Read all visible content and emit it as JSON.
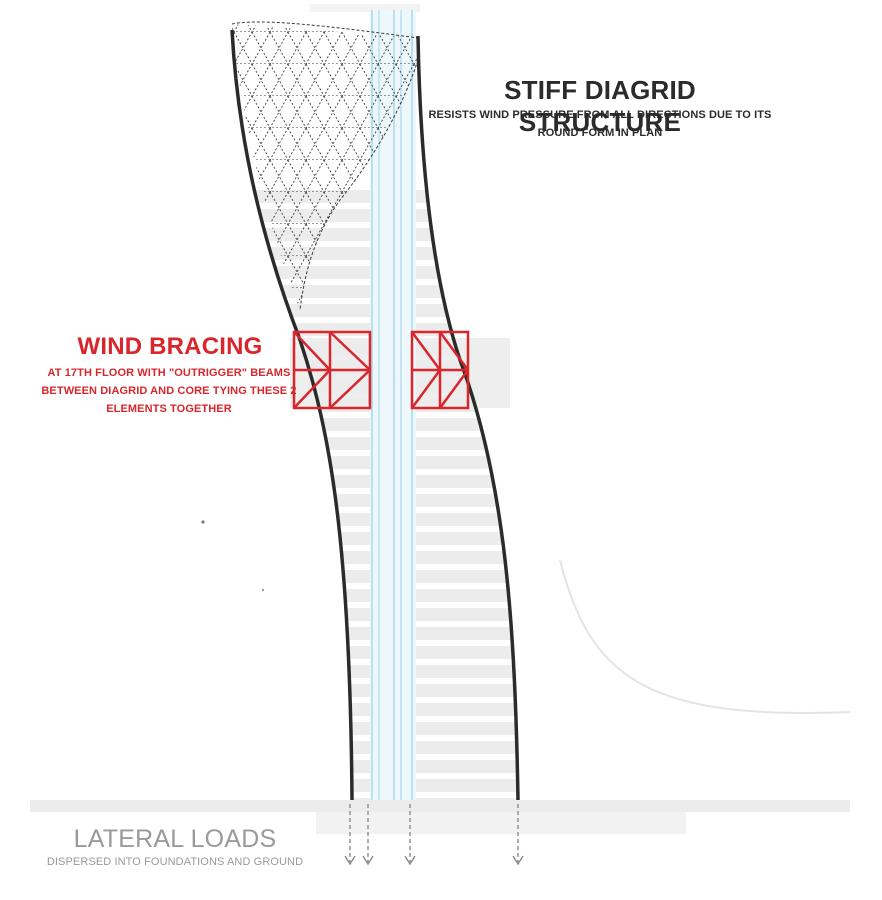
{
  "colors": {
    "outline": "#2b2b2b",
    "bracing": "#d9262c",
    "core": "#bfe3f0",
    "muted_text": "#9a9a9a",
    "floor_band": "#ececec"
  },
  "labels": {
    "diagrid_title": "STIFF DIAGRID STRUCTURE",
    "diagrid_desc": "RESISTS WIND PRESSURE FROM ALL DIRECTIONS DUE TO ITS ROUND FORM IN PLAN",
    "bracing_title": "WIND BRACING",
    "bracing_desc": "AT 17TH FLOOR WITH \"OUTRIGGER\" BEAMS BETWEEN DIAGRID AND CORE TYING THESE 2 ELEMENTS TOGETHER",
    "loads_title": "LATERAL LOADS",
    "loads_desc": "DISPERSED INTO FOUNDATIONS AND GROUND"
  },
  "icons": {
    "load_arrow": "down-arrow-icon"
  }
}
